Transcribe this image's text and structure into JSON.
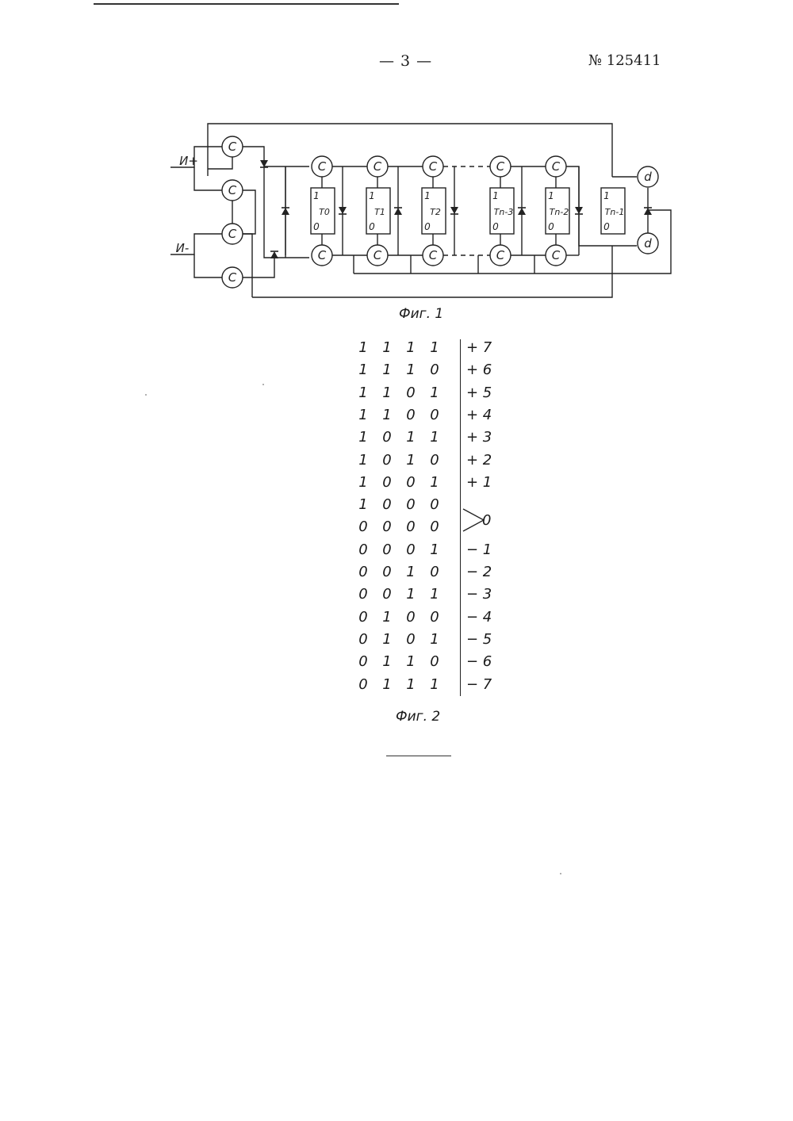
{
  "header": {
    "page_number": "— 3 —",
    "patent_number": "№ 125411"
  },
  "figure1": {
    "caption": "Фиг. 1",
    "input_plus": "И+",
    "input_minus": "И-",
    "gate_label": "C",
    "output_label": "d",
    "state_one": "1",
    "state_zero": "0",
    "triggers": [
      "T0",
      "T1",
      "T2",
      "Tn-3",
      "Tn-2",
      "Tn-1"
    ]
  },
  "figure2": {
    "caption": "Фиг. 2",
    "rows": [
      {
        "bits": [
          "1",
          "1",
          "1",
          "1"
        ],
        "value": "+ 7"
      },
      {
        "bits": [
          "1",
          "1",
          "1",
          "0"
        ],
        "value": "+ 6"
      },
      {
        "bits": [
          "1",
          "1",
          "0",
          "1"
        ],
        "value": "+ 5"
      },
      {
        "bits": [
          "1",
          "1",
          "0",
          "0"
        ],
        "value": "+ 4"
      },
      {
        "bits": [
          "1",
          "0",
          "1",
          "1"
        ],
        "value": "+ 3"
      },
      {
        "bits": [
          "1",
          "0",
          "1",
          "0"
        ],
        "value": "+ 2"
      },
      {
        "bits": [
          "1",
          "0",
          "0",
          "1"
        ],
        "value": "+ 1"
      },
      {
        "bits": [
          "1",
          "0",
          "0",
          "0"
        ],
        "value": ""
      },
      {
        "bits": [
          "0",
          "0",
          "0",
          "0"
        ],
        "value": ""
      },
      {
        "bits": [
          "0",
          "0",
          "0",
          "1"
        ],
        "value": "− 1"
      },
      {
        "bits": [
          "0",
          "0",
          "1",
          "0"
        ],
        "value": "− 2"
      },
      {
        "bits": [
          "0",
          "0",
          "1",
          "1"
        ],
        "value": "− 3"
      },
      {
        "bits": [
          "0",
          "1",
          "0",
          "0"
        ],
        "value": "− 4"
      },
      {
        "bits": [
          "0",
          "1",
          "0",
          "1"
        ],
        "value": "− 5"
      },
      {
        "bits": [
          "0",
          "1",
          "1",
          "0"
        ],
        "value": "− 6"
      },
      {
        "bits": [
          "0",
          "1",
          "1",
          "1"
        ],
        "value": "− 7"
      }
    ],
    "zero_value": "0"
  }
}
